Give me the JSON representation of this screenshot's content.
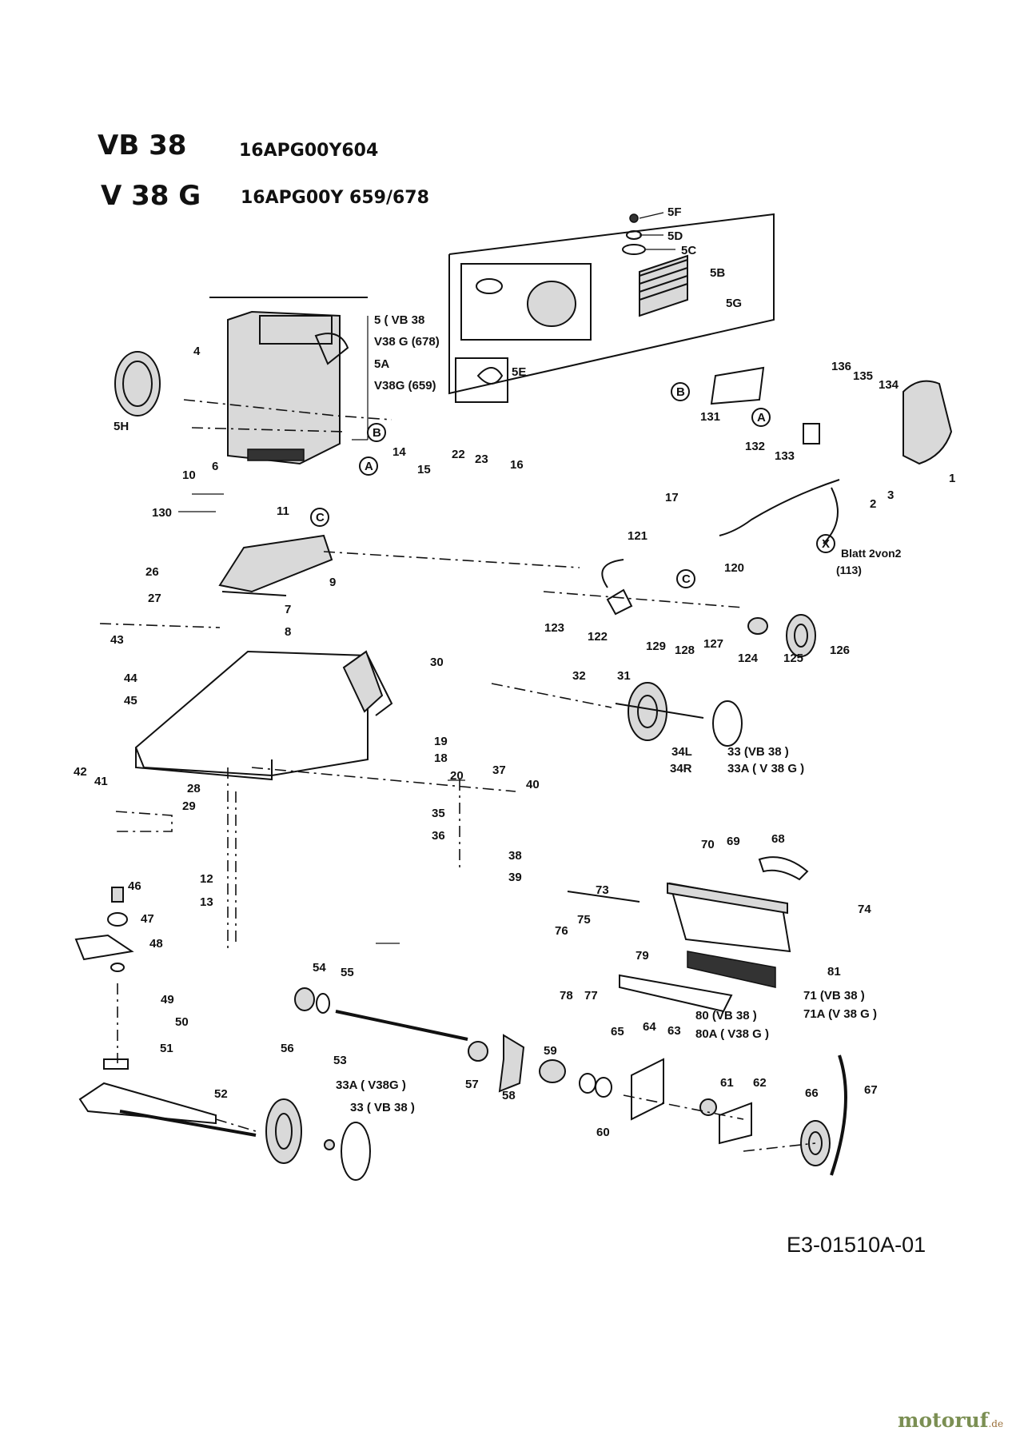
{
  "header": {
    "model_1": "VB 38",
    "code_1": "16APG00Y604",
    "model_2": "V 38 G",
    "code_2": "16APG00Y 659/678"
  },
  "engine_labels": {
    "line1": "5 ( VB 38",
    "line2": "V38 G (678)",
    "line3": "5A",
    "line4": "V38G (659)"
  },
  "sheet_ref": {
    "line1": "Blatt 2von2",
    "line2": "(113)"
  },
  "variant_labels": {
    "disc_33_vb": "33  (VB 38 )",
    "disc_33a_v": "33A ( V 38 G )",
    "disc_33a_lower": "33A ( V38G )",
    "disc_33_lower": "33 ( VB 38 )",
    "frame_71": "71 (VB 38 )",
    "frame_71a": "71A (V 38 G )",
    "plate_80": "80 (VB 38 )",
    "plate_80a": "80A ( V38 G )",
    "axle_34l": "34L",
    "axle_34r": "34R"
  },
  "callouts": [
    "1",
    "2",
    "3",
    "4",
    "5F",
    "5D",
    "5C",
    "5B",
    "5G",
    "5E",
    "5H",
    "6",
    "7",
    "8",
    "9",
    "10",
    "11",
    "12",
    "13",
    "14",
    "15",
    "16",
    "17",
    "18",
    "19",
    "20",
    "22",
    "23",
    "26",
    "27",
    "28",
    "29",
    "30",
    "31",
    "32",
    "35",
    "36",
    "37",
    "38",
    "39",
    "40",
    "41",
    "42",
    "43",
    "44",
    "45",
    "46",
    "47",
    "48",
    "49",
    "50",
    "51",
    "52",
    "53",
    "54",
    "55",
    "56",
    "57",
    "58",
    "59",
    "60",
    "61",
    "62",
    "63",
    "64",
    "65",
    "66",
    "67",
    "68",
    "69",
    "70",
    "73",
    "74",
    "75",
    "76",
    "77",
    "78",
    "79",
    "81",
    "120",
    "121",
    "122",
    "123",
    "124",
    "125",
    "126",
    "127",
    "128",
    "129",
    "130",
    "131",
    "132",
    "133",
    "134",
    "135",
    "136"
  ],
  "markers": [
    "A",
    "B",
    "C",
    "X"
  ],
  "footer": {
    "drawing_code": "E3-01510A-01",
    "watermark": "motoruf",
    "watermark_suffix": ".de"
  }
}
